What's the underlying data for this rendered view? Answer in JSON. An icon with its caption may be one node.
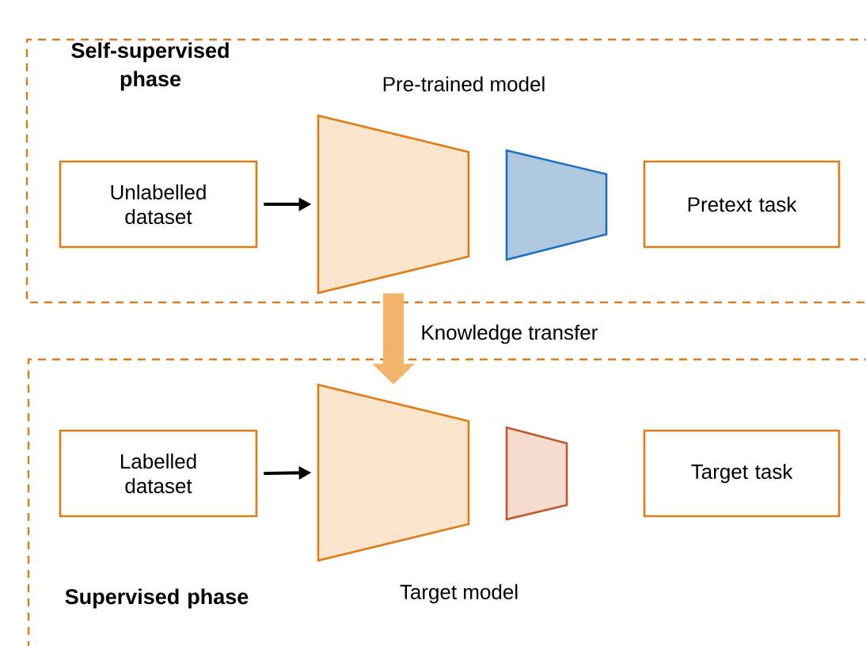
{
  "diagram": {
    "nodes": [
      {
        "text": [
          "Self-supervised phase"
        ]
      },
      {
        "text": [
          "Unlabelled dataset"
        ],
        "in": 0
      },
      {
        "text": [],
        "shape": "trapezoid",
        "in": 0,
        "beside": [
          "Pre-trained model"
        ]
      },
      {
        "text": [],
        "shape": "trapezoid",
        "in": 0
      },
      {
        "text": [
          "Pretext task"
        ],
        "in": 0
      },
      {
        "text": [
          "Supervised phase"
        ]
      },
      {
        "text": [
          "Labelled dataset"
        ],
        "in": 5
      },
      {
        "text": [],
        "shape": "trapezoid",
        "in": 5,
        "beside": [
          "Target model"
        ]
      },
      {
        "text": [],
        "shape": "trapezoid",
        "in": 5
      },
      {
        "text": [
          "Target task"
        ],
        "in": 5
      }
    ],
    "edges": [
      {
        "from": 1,
        "to": 2,
        "arrow": "to"
      },
      {
        "from": 6,
        "to": 7,
        "arrow": "to"
      },
      {
        "from": 2,
        "to": 7,
        "arrow": "to",
        "label": "Knowledge transfer",
        "style": "thick",
        "color": "#f2b36b"
      }
    ]
  }
}
